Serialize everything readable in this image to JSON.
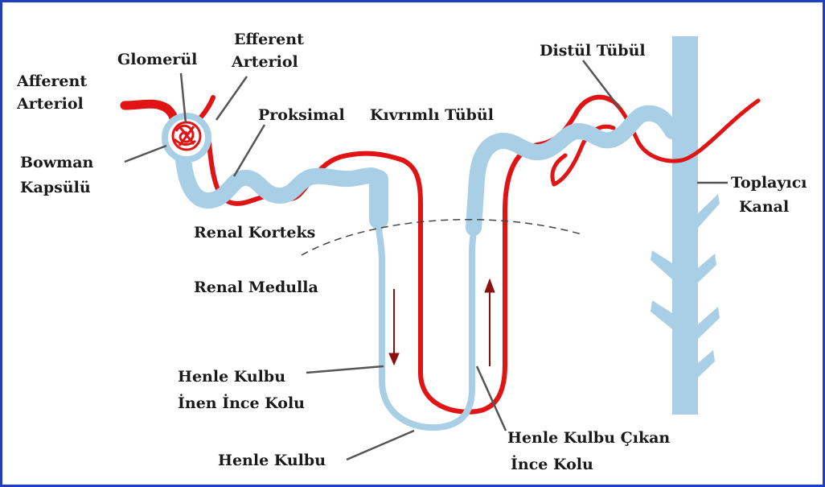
{
  "colors": {
    "frame": "#1f3fbf",
    "tubule": "#a8cfe6",
    "vessel": "#e01414",
    "arrow": "#8b1010",
    "leader": "#555555",
    "text": "#1a1a1a"
  },
  "labels": {
    "afferent_1": "Afferent",
    "afferent_2": "Arteriol",
    "glomerul": "Glomerül",
    "efferent_1": "Efferent",
    "efferent_2": "Arteriol",
    "bowman_1": "Bowman",
    "bowman_2": "Kapsülü",
    "proksimal": "Proksimal",
    "kivrimli": "Kıvrımlı Tübül",
    "distul": "Distül Tübül",
    "toplayici_1": "Toplayıcı",
    "toplayici_2": "Kanal",
    "renal_korteks": "Renal Korteks",
    "renal_medulla": "Renal Medulla",
    "henle_inen_1": "Henle Kulbu",
    "henle_inen_2": "İnen İnce Kolu",
    "henle_kulbu": "Henle Kulbu",
    "henle_cikan_1": "Henle Kulbu Çıkan",
    "henle_cikan_2": "İnce Kolu"
  }
}
